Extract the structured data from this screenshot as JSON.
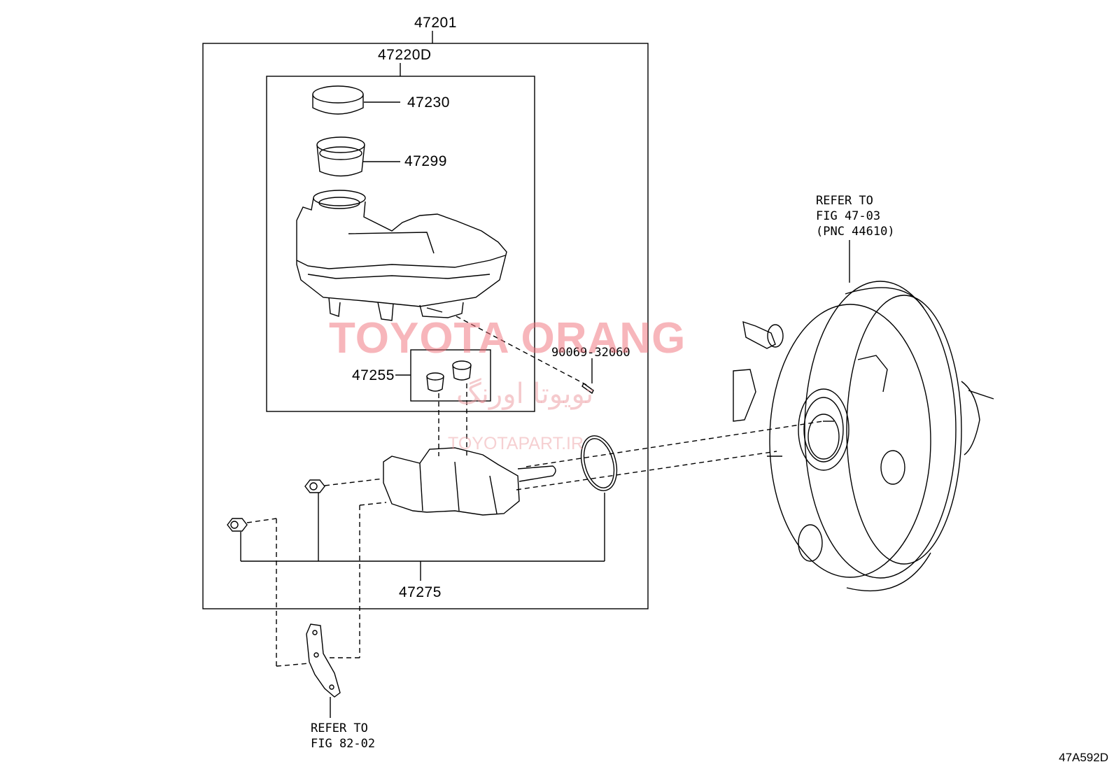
{
  "parts": {
    "p47201": "47201",
    "p47220d": "47220D",
    "p47230": "47230",
    "p47299": "47299",
    "p47255": "47255",
    "p90069": "90069-32060",
    "p47275": "47275"
  },
  "refs": {
    "booster": "REFER TO\nFIG 47-03\n(PNC 44610)",
    "bracket": "REFER TO\nFIG 82-02"
  },
  "watermarks": {
    "main": "TOYOTA ORANG",
    "farsi": "تویوتا اورنگ",
    "url": "TOYOTAPART.IR"
  },
  "diagram_code": "47A592D",
  "colors": {
    "line": "#000000",
    "watermark": "#f06e78"
  }
}
